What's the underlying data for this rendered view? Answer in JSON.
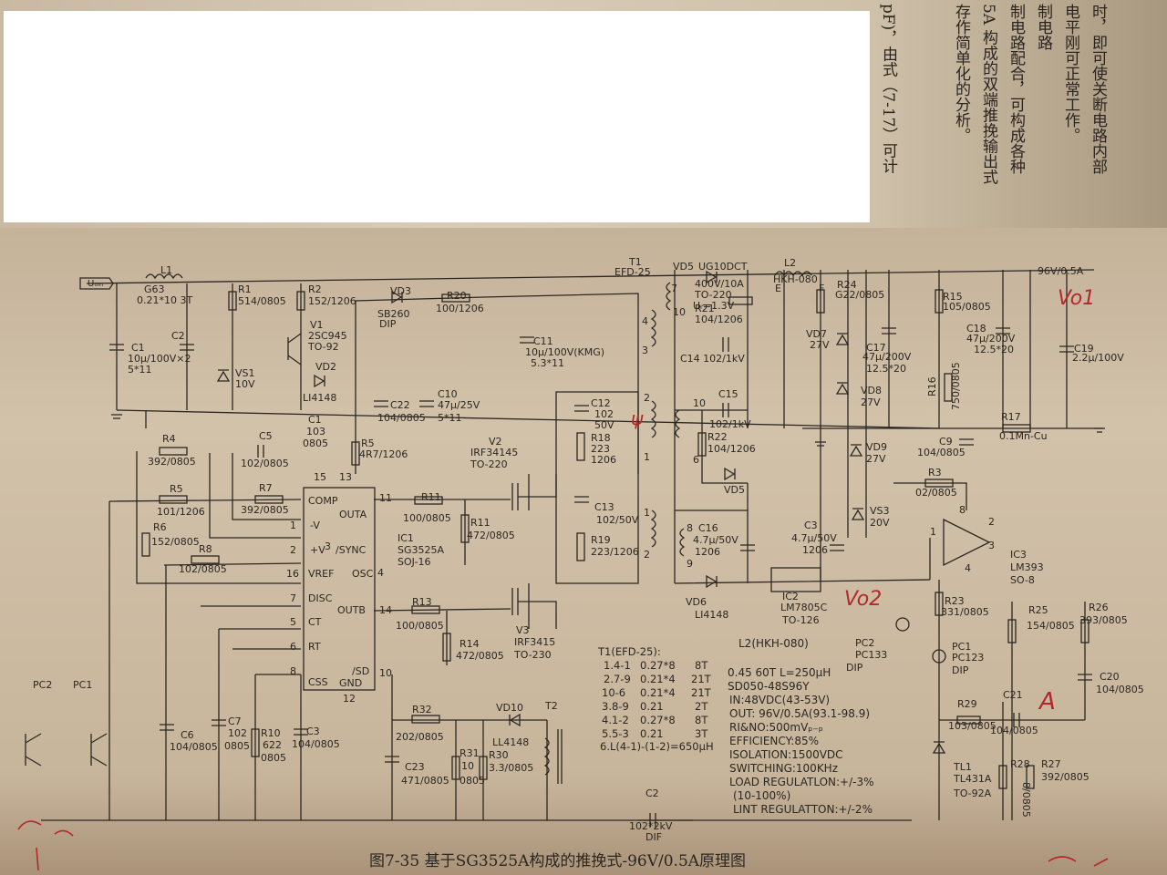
{
  "top_text": {
    "col1": "时，即可使关断电路内部",
    "col2": "电平刚可正常工作。",
    "col3": "制电路",
    "col4": "制电路配合，可构成各种",
    "col5": "5A 构成的双端推挽输出式",
    "col6": "存作简单化的分析。",
    "col7": "pF)，由式（7-17）可计"
  },
  "caption": "图7-35  基于SG3525A构成的推挽式-96V/0.5A原理图",
  "labels": {
    "uin": "U₀ᵢₙ",
    "l1": "L1",
    "l1_spec": "G63",
    "l1_spec2": "0.21*10  3T",
    "c1": "C1",
    "c1_spec": "10μ/100V×2",
    "c1_spec2": "5*11",
    "c2_top": "C2",
    "r1": "R1",
    "r1_val": "514/0805",
    "r2": "R2",
    "r2_val": "152/1206",
    "v1": "V1",
    "v1_part": "2SC945",
    "v1_pkg": "TO-92",
    "vs1": "VS1",
    "vs1_val": "10V",
    "vd2": "VD2",
    "vd2_part": "LI4148",
    "vd3": "VD3",
    "vd3_part": "SB260",
    "vd3_pkg": "DIP",
    "r20": "R20",
    "r20_val": "100/1206",
    "c11": "C11",
    "c11_val": "10μ/100V(KMG)",
    "c11_size": "5.3*11",
    "c10": "C10",
    "c10_val": "47μ/25V",
    "c10_size": "5*11",
    "c22": "C22",
    "c22_val": "104/0805",
    "c1b": "C1",
    "c1b_val": "103",
    "c1b_pkg": "0805",
    "r4": "R4",
    "r4_val": "392/0805",
    "c5": "C5",
    "c5_val": "102/0805",
    "r5b": "R5",
    "r5b_val": "4R7/1206",
    "r5": "R5",
    "r5_val": "101/1206",
    "r7": "R7",
    "r7_val": "392/0805",
    "r6": "R6",
    "r6_val": "152/0805",
    "r8": "R8",
    "r8_val": "102/0805",
    "ic1": "IC1",
    "ic1_part": "SG3525A",
    "ic1_pkg": "SOJ-16",
    "pin_comp": "COMP",
    "pin_m": "-V",
    "pin_p": "+V",
    "pin_vref": "VREF",
    "pin_disc": "DISC",
    "pin_ct": "CT",
    "pin_rt": "RT",
    "pin_css": "CSS",
    "pin_outa": "OUTA",
    "pin_sync": "/SYNC",
    "pin_osc": "OSC",
    "pin_outb": "OUTB",
    "pin_sd": "/SD",
    "pin_gnd": "GND",
    "v2": "V2",
    "v2_part": "IRF34145",
    "v2_pkg": "TO-220",
    "r11": "R11",
    "r11_val": "100/0805",
    "r11b": "R11",
    "r11b_val": "472/0805",
    "c12": "C12",
    "c12_val": "102",
    "c12_v": "50V",
    "r18": "R18",
    "r18_val": "223",
    "r18_pkg": "1206",
    "c13": "C13",
    "c13_val": "102/50V",
    "r19": "R19",
    "r19_val": "223/1206",
    "r13": "R13",
    "r13_val": "100/0805",
    "r14": "R14",
    "r14_val": "472/0805",
    "v3": "V3",
    "v3_part": "IRF3415",
    "v3_pkg": "TO-230",
    "c6": "C6",
    "c6_val": "104/0805",
    "c7": "C7",
    "c7_val": "102",
    "c7_pkg": "0805",
    "r10": "R10",
    "r10_val": "622",
    "r10_pkg": "0805",
    "c3b": "C3",
    "c3b_val": "104/0805",
    "r32": "R32",
    "r32_val": "202/0805",
    "c23": "C23",
    "c23_val": "471/0805",
    "r31": "R31",
    "r31_val": "10",
    "r31_pkg": "0805",
    "r30": "R30",
    "r30_val": "3.3/0805",
    "vd10": "VD10",
    "vd10_part": "LL4148",
    "t2": "T2",
    "c2": "C2",
    "c2_val": "102*2kV",
    "c2_pkg": "DIF",
    "pc2": "PC2",
    "pc1": "PC1",
    "t1": "T1",
    "t1_core": "EFD-25",
    "vd5": "VD5",
    "vd5_part": "UG10DCT",
    "vd5_spec": "400V/10A",
    "vd5_pkg": "TO-220",
    "vd5_vf": "Uᵣ=1.3V",
    "r21": "R21",
    "r21_val": "104/1206",
    "c14": "C14 102/1kV",
    "l2": "L2",
    "l2_part": "HKH-080",
    "c15": "C15",
    "c15_val": "102/1kV",
    "r22": "R22",
    "r22_val": "104/1206",
    "vd5b": "VD5",
    "c16": "C16",
    "c16_val": "4.7μ/50V",
    "c16_pkg": "1206",
    "c3": "C3",
    "c3_val": "4.7μ/50V",
    "c3_pkg": "1206",
    "vd6": "VD6",
    "vd6_part": "LI4148",
    "ic2": "IC2",
    "ic2_part": "LM7805C",
    "ic2_pkg": "TO-126",
    "r24": "R24",
    "r24_val": "G22/0805",
    "vd7": "VD7",
    "vd7_val": "27V",
    "vd8": "VD8",
    "vd8_val": "27V",
    "vd9": "VD9",
    "vd9_val": "27V",
    "vs3": "VS3",
    "vs3_val": "20V",
    "c17": "C17",
    "c17_val": "47μ/200V",
    "c17_size": "12.5*20",
    "r15": "R15",
    "r15_val": "105/0805",
    "r16": "R16",
    "r16_val": "750/0805",
    "c18": "C18",
    "c18_val": "47μ/200V",
    "c18_size": "12.5*20",
    "c19": "C19",
    "c19_val": "2.2μ/100V",
    "out": "96V/0.5A",
    "r17": "R17",
    "r17_val": "0.1Mn-Cu",
    "c9": "C9",
    "c9_val": "104/0805",
    "r3": "R3",
    "r3_val": "02/0805",
    "ic3": "IC3",
    "ic3_part": "LM393",
    "ic3_pkg": "SO-8",
    "r23": "R23",
    "r23_val": "331/0805",
    "pc1b": "PC1",
    "pc1b_part": "PC123",
    "pc1b_pkg": "DIP",
    "pc2b": "PC2",
    "pc2b_part": "PC133",
    "pc2b_pkg": "DIP",
    "r25": "R25",
    "r25_val": "154/0805",
    "r26": "R26",
    "r26_val": "393/0805",
    "c20": "C20",
    "c20_val": "104/0805",
    "r29": "R29",
    "r29_val": "103/0805",
    "c21": "C21",
    "c21_val": "104/0805",
    "tl1": "TL1",
    "tl1_part": "TL431A",
    "tl1_pkg": "TO-92A",
    "r28": "R28",
    "r28_val": "8/0805",
    "r27": "R27",
    "r27_val": "392/0805"
  },
  "t1_table": {
    "title": "T1(EFD-25):",
    "rows": [
      [
        "1.4-1",
        "0.27*8",
        "8T"
      ],
      [
        "2.7-9",
        "0.21*4",
        "21T"
      ],
      [
        "10-6",
        "0.21*4",
        "21T"
      ],
      [
        "3.8-9",
        "0.21",
        "2T"
      ],
      [
        "4.1-2",
        "0.27*8",
        "8T"
      ],
      [
        "5.5-3",
        "0.21",
        "3T"
      ]
    ],
    "last": "6.L(4-1)-(1-2)=650μH"
  },
  "spec": {
    "l2_title": "L2(HKH-080)",
    "lines": [
      "0.45 60T L=250μH",
      "SD050-48S96Y",
      "IN:48VDC(43-53V)",
      "OUT: 96V/0.5A(93.1-98.9)",
      "RI&NO:500mVₚ₋ₚ",
      "EFFICIENCY:85%",
      "ISOLATION:1500VDC",
      "SWITCHING:100KHz",
      "LOAD REGULATLON:+/-3%",
      "(10-100%)",
      "LINT REGULATTON:+/-2%"
    ]
  },
  "handwritten": {
    "vo1": "Vo1",
    "vo2": "Vo2",
    "a": "A",
    "psi": "ψ"
  }
}
